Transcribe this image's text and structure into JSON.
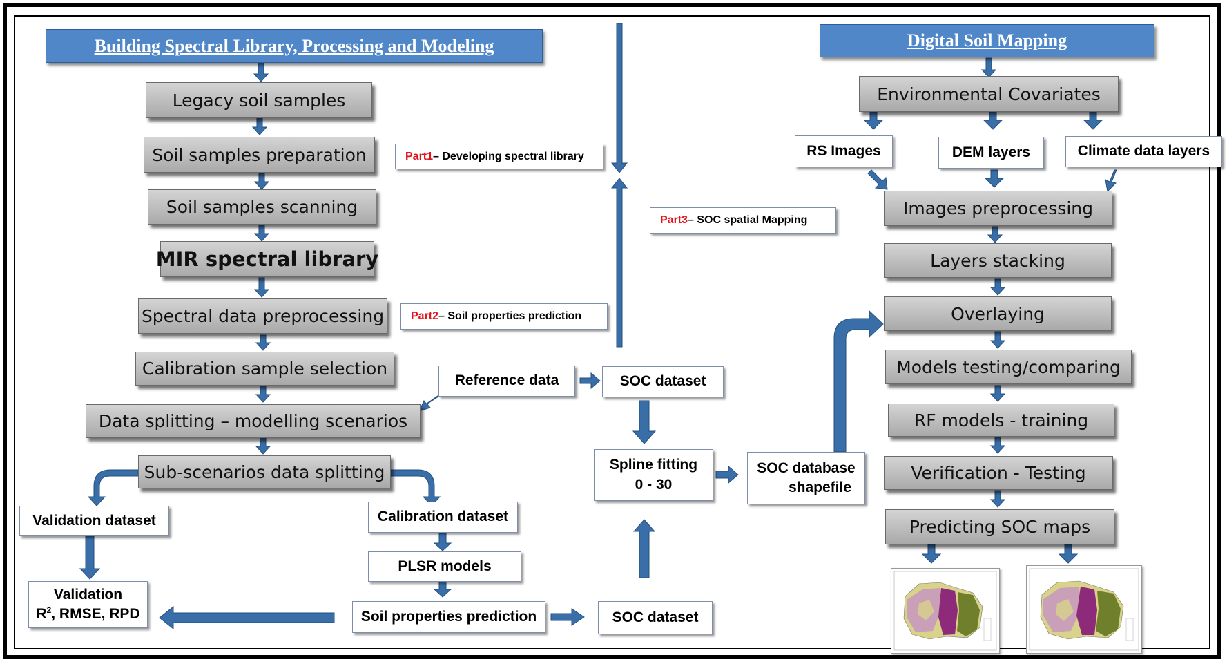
{
  "headers": {
    "left": "Building Spectral Library, Processing and Modeling",
    "right": "Digital Soil Mapping"
  },
  "steps": {
    "legacy": "Legacy soil samples",
    "preparation": "Soil samples preparation",
    "scanning": "Soil samples scanning",
    "library": "MIR spectral library",
    "preprocessing": "Spectral data preprocessing",
    "calibration_selection": "Calibration sample selection",
    "data_splitting": "Data splitting – modelling scenarios",
    "sub_splitting": "Sub-scenarios  data splitting"
  },
  "modeling": {
    "validation_dataset": "Validation dataset",
    "validation_title": "Validation",
    "validation_metrics_r": "R",
    "validation_metrics_sup": "2",
    "validation_metrics_rest": ", RMSE, RPD",
    "calibration_dataset": "Calibration dataset",
    "plsr": "PLSR models",
    "prediction": "Soil properties prediction",
    "reference": "Reference data",
    "soc_dataset_top": "SOC dataset",
    "soc_dataset_bottom": "SOC dataset",
    "spline_line1": "Spline fitting",
    "spline_line2": "0 - 30",
    "soc_db_line1": "SOC database",
    "soc_db_line2": "shapefile"
  },
  "parts": {
    "part1_label": "Part1",
    "part1_text": " – Developing spectral library",
    "part2_label": "Part2",
    "part2_text": " – Soil properties prediction",
    "part3_label": "Part3",
    "part3_text": " – SOC spatial Mapping"
  },
  "mapping": {
    "covariates": "Environmental Covariates",
    "rs_images": "RS Images",
    "dem_layers": "DEM layers",
    "climate_layers": "Climate data layers",
    "images_preprocessing": "Images preprocessing",
    "layers_stacking": "Layers stacking",
    "overlaying": "Overlaying",
    "models_testing": "Models testing/comparing",
    "rf_training": "RF models  - training",
    "verification": "Verification - Testing",
    "predicting": "Predicting SOC maps"
  },
  "colors": {
    "header_blue": "#4f87c9",
    "arrow_blue": "#3a6ea8",
    "part_red": "#e0141a",
    "map_pink": "#c9a0b8",
    "map_magenta": "#8e2a7a",
    "map_olive": "#6f7f2c",
    "map_yellow": "#d8d28a"
  }
}
